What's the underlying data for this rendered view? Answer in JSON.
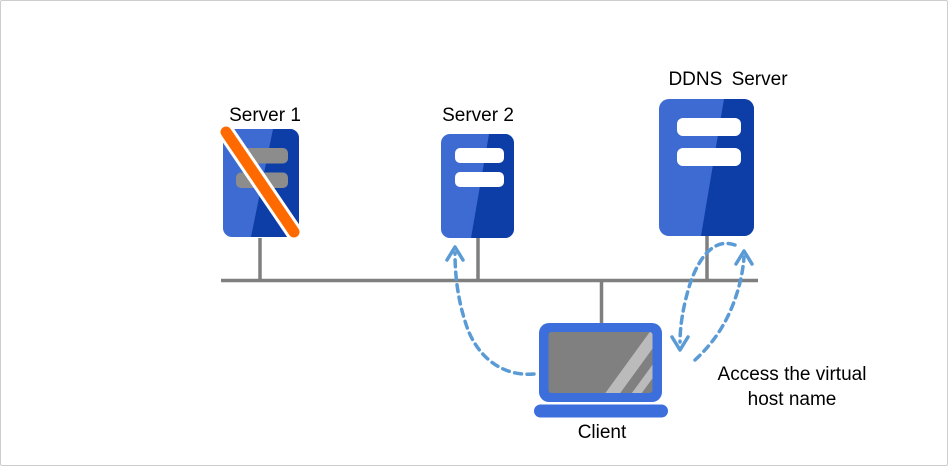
{
  "diagram": {
    "type": "network-topology",
    "nodes": {
      "server1": {
        "label": "Server 1",
        "icon": "server-icon",
        "status": "disabled"
      },
      "server2": {
        "label": "Server 2",
        "icon": "server-icon",
        "status": "online"
      },
      "ddns_server": {
        "label": "DDNS Server",
        "icon": "server-icon",
        "status": "online"
      },
      "client": {
        "label": "Client",
        "icon": "laptop-icon"
      }
    },
    "annotation": {
      "text": "Access the virtual host name"
    },
    "edges": [
      {
        "from": "client",
        "to": "ddns_server",
        "style": "dashed-arrow-loop"
      },
      {
        "from": "client",
        "to": "server2",
        "style": "dashed-arrow"
      }
    ]
  },
  "colors": {
    "server_light": "#3D6BD2",
    "server_dark": "#0D3EA8",
    "laptop_blue": "#3D6FDC",
    "screen_gray": "#808080",
    "stripe_gray": "#BBBBBB",
    "disabled_bar_gray": "#8C8C8C",
    "line_gray": "#7F7F7F",
    "arrow_blue": "#5B9BD5",
    "slash_orange": "#FF6A00",
    "border_gray": "#CDCDCD",
    "text_black": "#000000"
  }
}
